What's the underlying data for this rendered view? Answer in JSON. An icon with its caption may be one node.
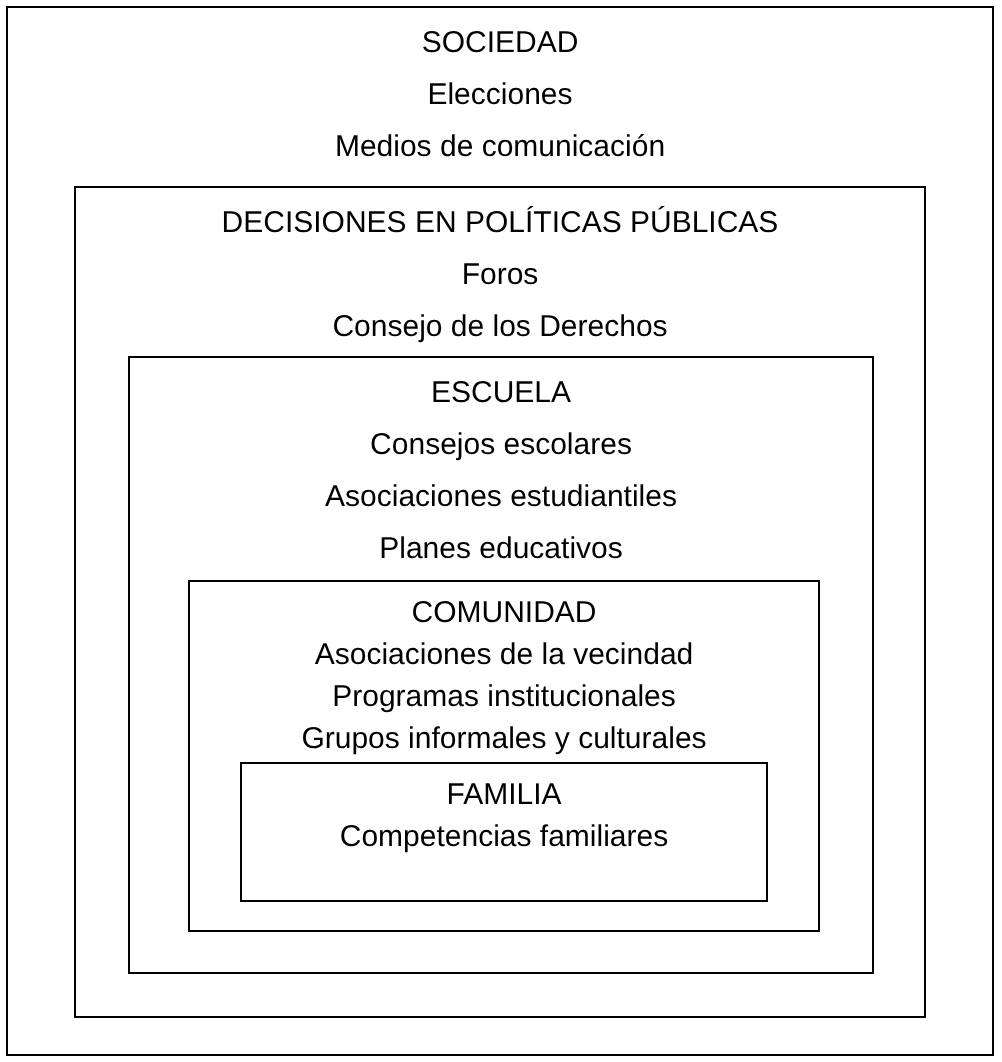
{
  "diagram": {
    "nodes": [
      {
        "text": [
          "SOCIEDAD",
          "Elecciones",
          "Medios de comunicación"
        ]
      },
      {
        "text": [
          "DECISIONES EN POLÍTICAS PÚBLICAS",
          "Foros",
          "Consejo de los Derechos"
        ],
        "in": 0
      },
      {
        "text": [
          "ESCUELA",
          "Consejos escolares",
          "Asociaciones estudiantiles",
          "Planes educativos"
        ],
        "in": 1
      },
      {
        "text": [
          "COMUNIDAD",
          "Asociaciones de la vecindad",
          "Programas institucionales",
          "Grupos informales y culturales"
        ],
        "in": 2
      },
      {
        "text": [
          "FAMILIA",
          "Competencias familiares"
        ],
        "in": 3
      }
    ]
  }
}
